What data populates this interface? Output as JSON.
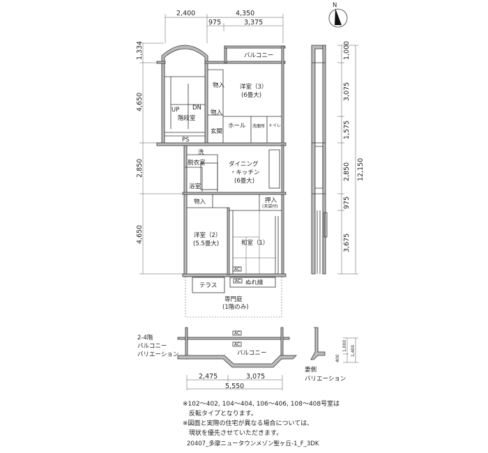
{
  "top_dims": {
    "a": "2,400",
    "b": "4,350",
    "c": "975",
    "d": "3,375"
  },
  "left_dims": [
    "1,334",
    "4,650",
    "2,850",
    "4,650"
  ],
  "right_dims": [
    "1,000",
    "3,075",
    "1,575",
    "2,850",
    "975",
    "3,675"
  ],
  "right_total": "12,150",
  "compass": "N",
  "rooms": {
    "balcony": "バルコニー",
    "storage1": "物入",
    "storage2": "物入",
    "western3": "洋室（3）",
    "western3_size": "(6畳大)",
    "up": "UP",
    "dn": "DN",
    "stairs": "階段室",
    "ps": "PS",
    "entrance": "玄関",
    "hall": "ホール",
    "washroom": "洗面所",
    "toilet": "トイレ",
    "wash": "洗",
    "dressing": "脱衣室",
    "bath": "浴室",
    "dining": "ダイニング",
    "kitchen": "・キッチン",
    "dining_size": "(6畳大)",
    "storage3": "物入",
    "closet": "押入",
    "closet_sub": "(天袋付)",
    "western2": "洋室（2）",
    "western2_size": "(5.5畳大)",
    "japanese1": "和室（1）",
    "ac1": "AC",
    "ac2": "AC",
    "terrace": "テラス",
    "veranda": "ぬれ縁",
    "garden": "専門庭",
    "garden_sub": "(1階のみ)"
  },
  "variation": {
    "label1": "2-4階",
    "label2": "バルコニー",
    "label3": "バリエーション",
    "balcony": "バルコニー",
    "ac1": "AC",
    "ac2": "AC",
    "dim_a": "2,475",
    "dim_b": "3,075",
    "dim_total": "5,550",
    "side_label1": "妻側",
    "side_label2": "バリエーション",
    "side_dims": [
      "1,000",
      "1,400",
      "400"
    ]
  },
  "notes": [
    "※102～402, 104～404, 106～406, 108～408号室は",
    "　反転タイプとなります。",
    "※図面と実際の住宅が異なる場合については、",
    "　現状を優先させていただきます。"
  ],
  "footer": "20407_多摩ニュータウンメゾン聖ヶ丘-1_F_3DK"
}
